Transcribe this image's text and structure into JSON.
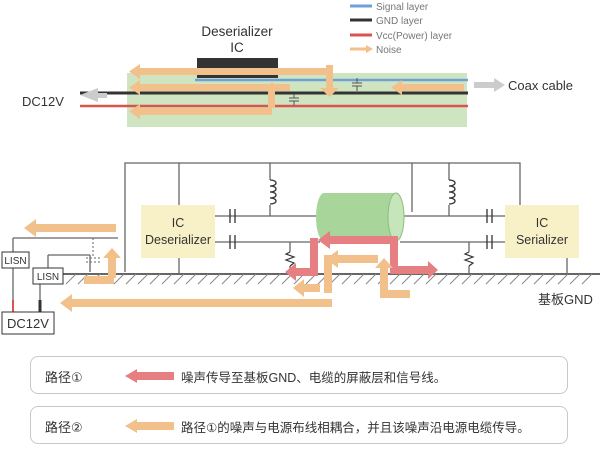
{
  "colors": {
    "signal": "#6fa0d8",
    "gnd": "#333333",
    "power": "#d9534f",
    "noise": "#f2c08a",
    "noise_path1": "#e57f82",
    "board": "#cfe5c2",
    "ic_box": "#f8f1c8",
    "cable": "#a8d59a"
  },
  "legend": {
    "signal": "Signal layer",
    "gnd": "GND layer",
    "power": "Vcc(Power) layer",
    "noise": "Noise"
  },
  "top": {
    "deserializer_label_line1": "Deserializer",
    "deserializer_label_line2": "IC",
    "dc_label": "DC12V",
    "coax_label": "Coax cable"
  },
  "circuit": {
    "ic_des_line1": "IC",
    "ic_des_line2": "Deserializer",
    "ic_ser_line1": "IC",
    "ic_ser_line2": "Serializer",
    "lisn_1": "LISN",
    "lisn_2": "LISN",
    "dc_label": "DC12V",
    "gnd_label": "基板GND"
  },
  "paths": [
    {
      "label": "路径①",
      "desc": "噪声传导至基板GND、电缆的屏蔽层和信号线。"
    },
    {
      "label": "路径②",
      "desc": "路径①的噪声与电源布线相耦合，并且该噪声沿电源电缆传导。"
    }
  ]
}
